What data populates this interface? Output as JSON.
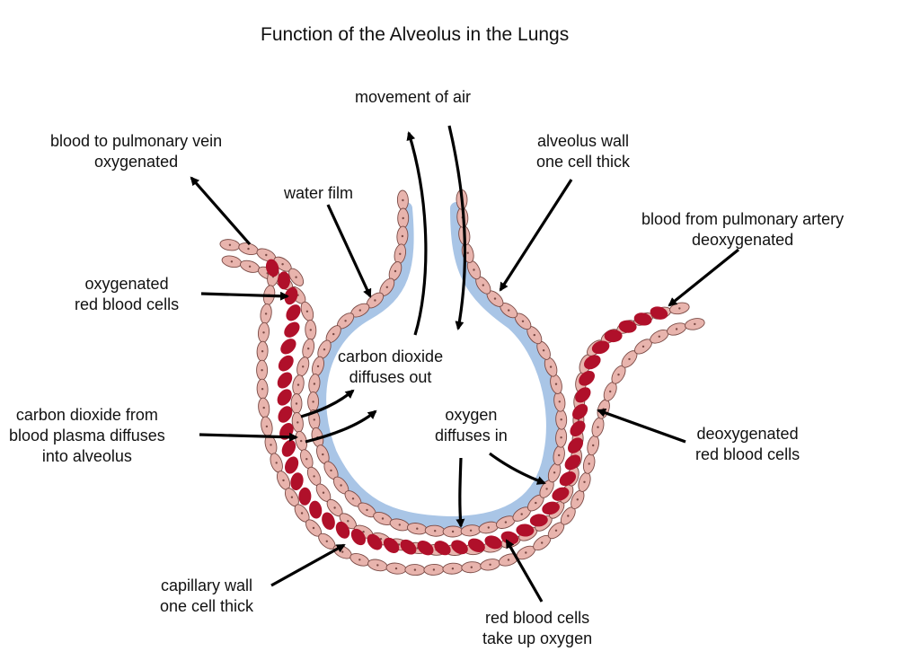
{
  "title": "Function of the Alveolus in the Lungs",
  "labels": {
    "movement_of_air": "movement of air",
    "blood_to_vein": [
      "blood to pulmonary vein",
      "oxygenated"
    ],
    "alveolus_wall": [
      "alveolus wall",
      "one cell thick"
    ],
    "water_film": "water film",
    "blood_from_artery": [
      "blood from pulmonary artery",
      "deoxygenated"
    ],
    "oxygenated_rbc": [
      "oxygenated",
      "red blood cells"
    ],
    "co2_out": [
      "carbon dioxide",
      "diffuses out"
    ],
    "co2_from_plasma": [
      "carbon dioxide from",
      "blood plasma diffuses",
      "into alveolus"
    ],
    "oxygen_in": [
      "oxygen",
      "diffuses in"
    ],
    "deoxygenated_rbc": [
      "deoxygenated",
      "red blood cells"
    ],
    "capillary_wall": [
      "capillary wall",
      "one cell thick"
    ],
    "rbc_take_up": [
      "red blood cells",
      "take up oxygen"
    ]
  },
  "colors": {
    "wall_cell": "#e8b4ad",
    "wall_cell_stroke": "#7a4a45",
    "red_blood_cell": "#b0102a",
    "water_film": "#a9c5e6",
    "arrow": "#000000"
  }
}
